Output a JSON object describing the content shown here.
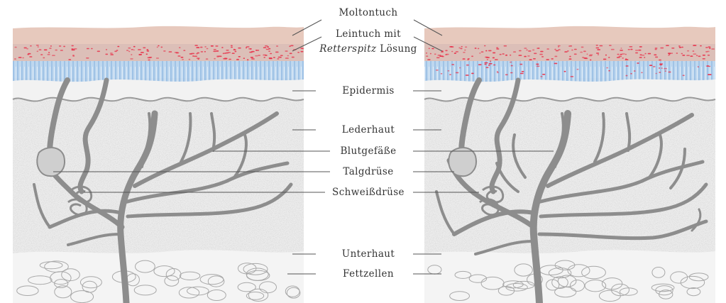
{
  "diagram": {
    "labels": {
      "moltontuch": "Moltontuch",
      "leintuch_line1": "Leintuch mit",
      "leintuch_line2_italic": "Retterspitz",
      "leintuch_line2_rest": " Lösung",
      "epidermis": "Epidermis",
      "lederhaut": "Lederhaut",
      "blutgefaesse": "Blutgefäße",
      "talgdruese": "Talgdrüse",
      "schweissdruese": "Schweißdrüse",
      "unterhaut": "Unterhaut",
      "fettzellen": "Fettzellen"
    },
    "colors": {
      "molton": "#e7c9bd",
      "drops": "#e8324a",
      "leintuch_band": "#dcbdb8",
      "water": "#9fc3e6",
      "water_light": "#cfe1f3",
      "epidermis": "#f1f1f1",
      "dermis": "#ececec",
      "subcutis": "#f3f3f3",
      "vessel": "#8d8d8d",
      "fat_cell_outline": "#9a9a9a"
    },
    "panels": [
      "left-skin-section",
      "right-skin-section"
    ]
  }
}
